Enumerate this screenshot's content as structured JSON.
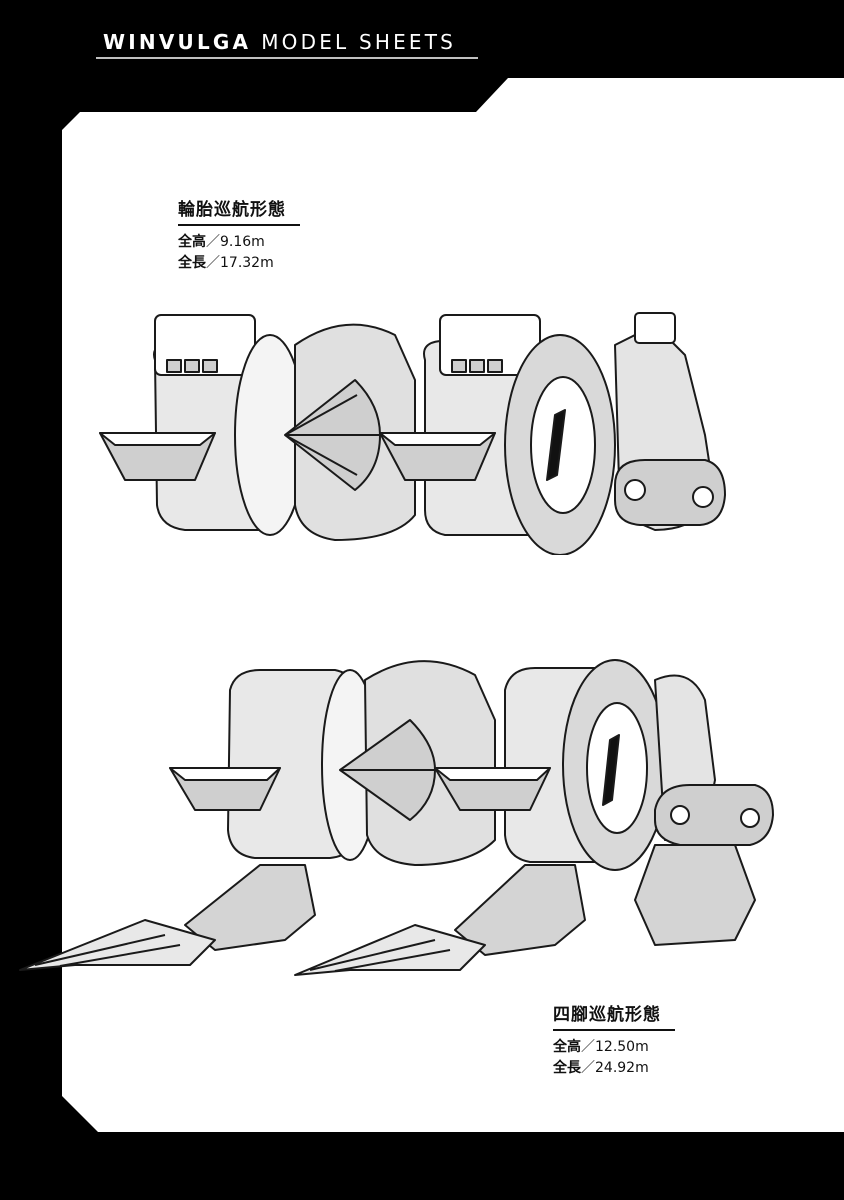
{
  "header": {
    "brand": "WINVULGA",
    "subtitle": "MODEL SHEETS"
  },
  "forms": [
    {
      "name": "輪胎巡航形態",
      "height_label": "全高",
      "height_value": "／9.16m",
      "length_label": "全長",
      "length_value": "／17.32m"
    },
    {
      "name": "四腳巡航形態",
      "height_label": "全高",
      "height_value": "／12.50m",
      "length_label": "全長",
      "length_value": "／24.92m"
    }
  ],
  "colors": {
    "frame": "#000000",
    "paper": "#ffffff",
    "line": "#1a1a1a",
    "tone": "#cfcfcf",
    "tone_dark": "#9a9a9a"
  }
}
